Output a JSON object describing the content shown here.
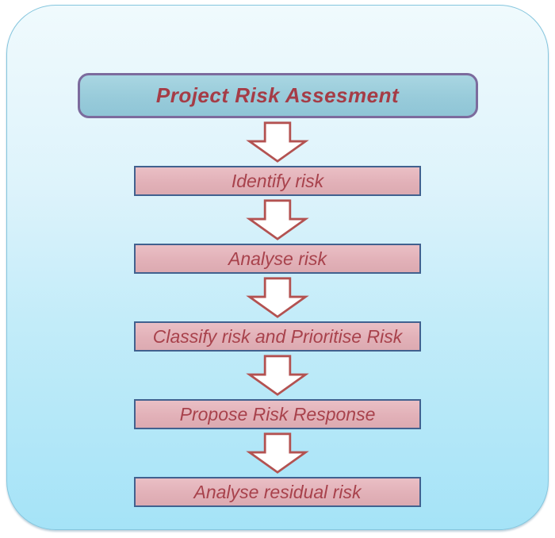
{
  "flowchart": {
    "title": "Project Risk Assesment",
    "steps": [
      {
        "label": "Identify risk"
      },
      {
        "label": "Analyse risk"
      },
      {
        "label": "Classify risk and Prioritise Risk"
      },
      {
        "label": "Propose Risk Response"
      },
      {
        "label": "Analyse residual risk"
      }
    ],
    "colors": {
      "background_top": "#f0fafd",
      "background_bottom": "#a5e3f7",
      "container_border": "#85c6de",
      "title_fill": "#98cbda",
      "title_border": "#7c6b9d",
      "title_text": "#a53c46",
      "step_fill": "#e2b1b8",
      "step_border": "#41618f",
      "step_text": "#a8424c",
      "arrow_fill": "#ffffff",
      "arrow_stroke": "#b35251"
    }
  }
}
